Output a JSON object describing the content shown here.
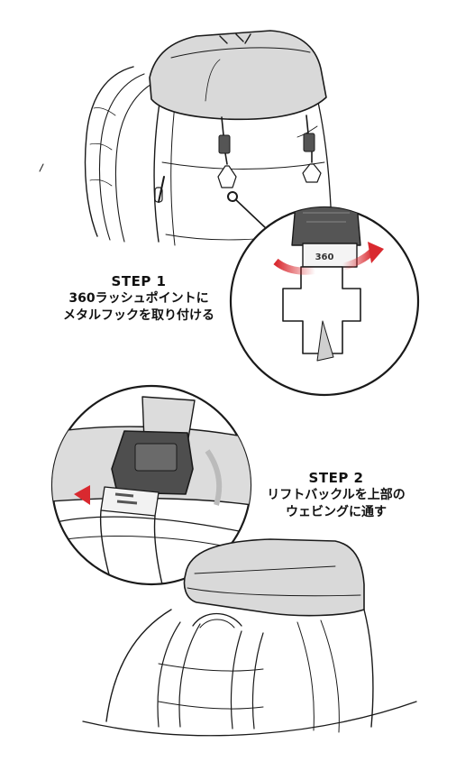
{
  "step1": {
    "title": "STEP 1",
    "line1": "360ラッシュポイントに",
    "line2": "メタルフックを取り付ける"
  },
  "step2": {
    "title": "STEP 2",
    "line1": "リフトバックルを上部の",
    "line2": "ウェビングに通す"
  },
  "buckle_logo": "360",
  "colors": {
    "stroke": "#1a1a1a",
    "lid_fill": "#d9d9d9",
    "buckle_fill": "#555555",
    "arrow_red": "#d9292f"
  }
}
